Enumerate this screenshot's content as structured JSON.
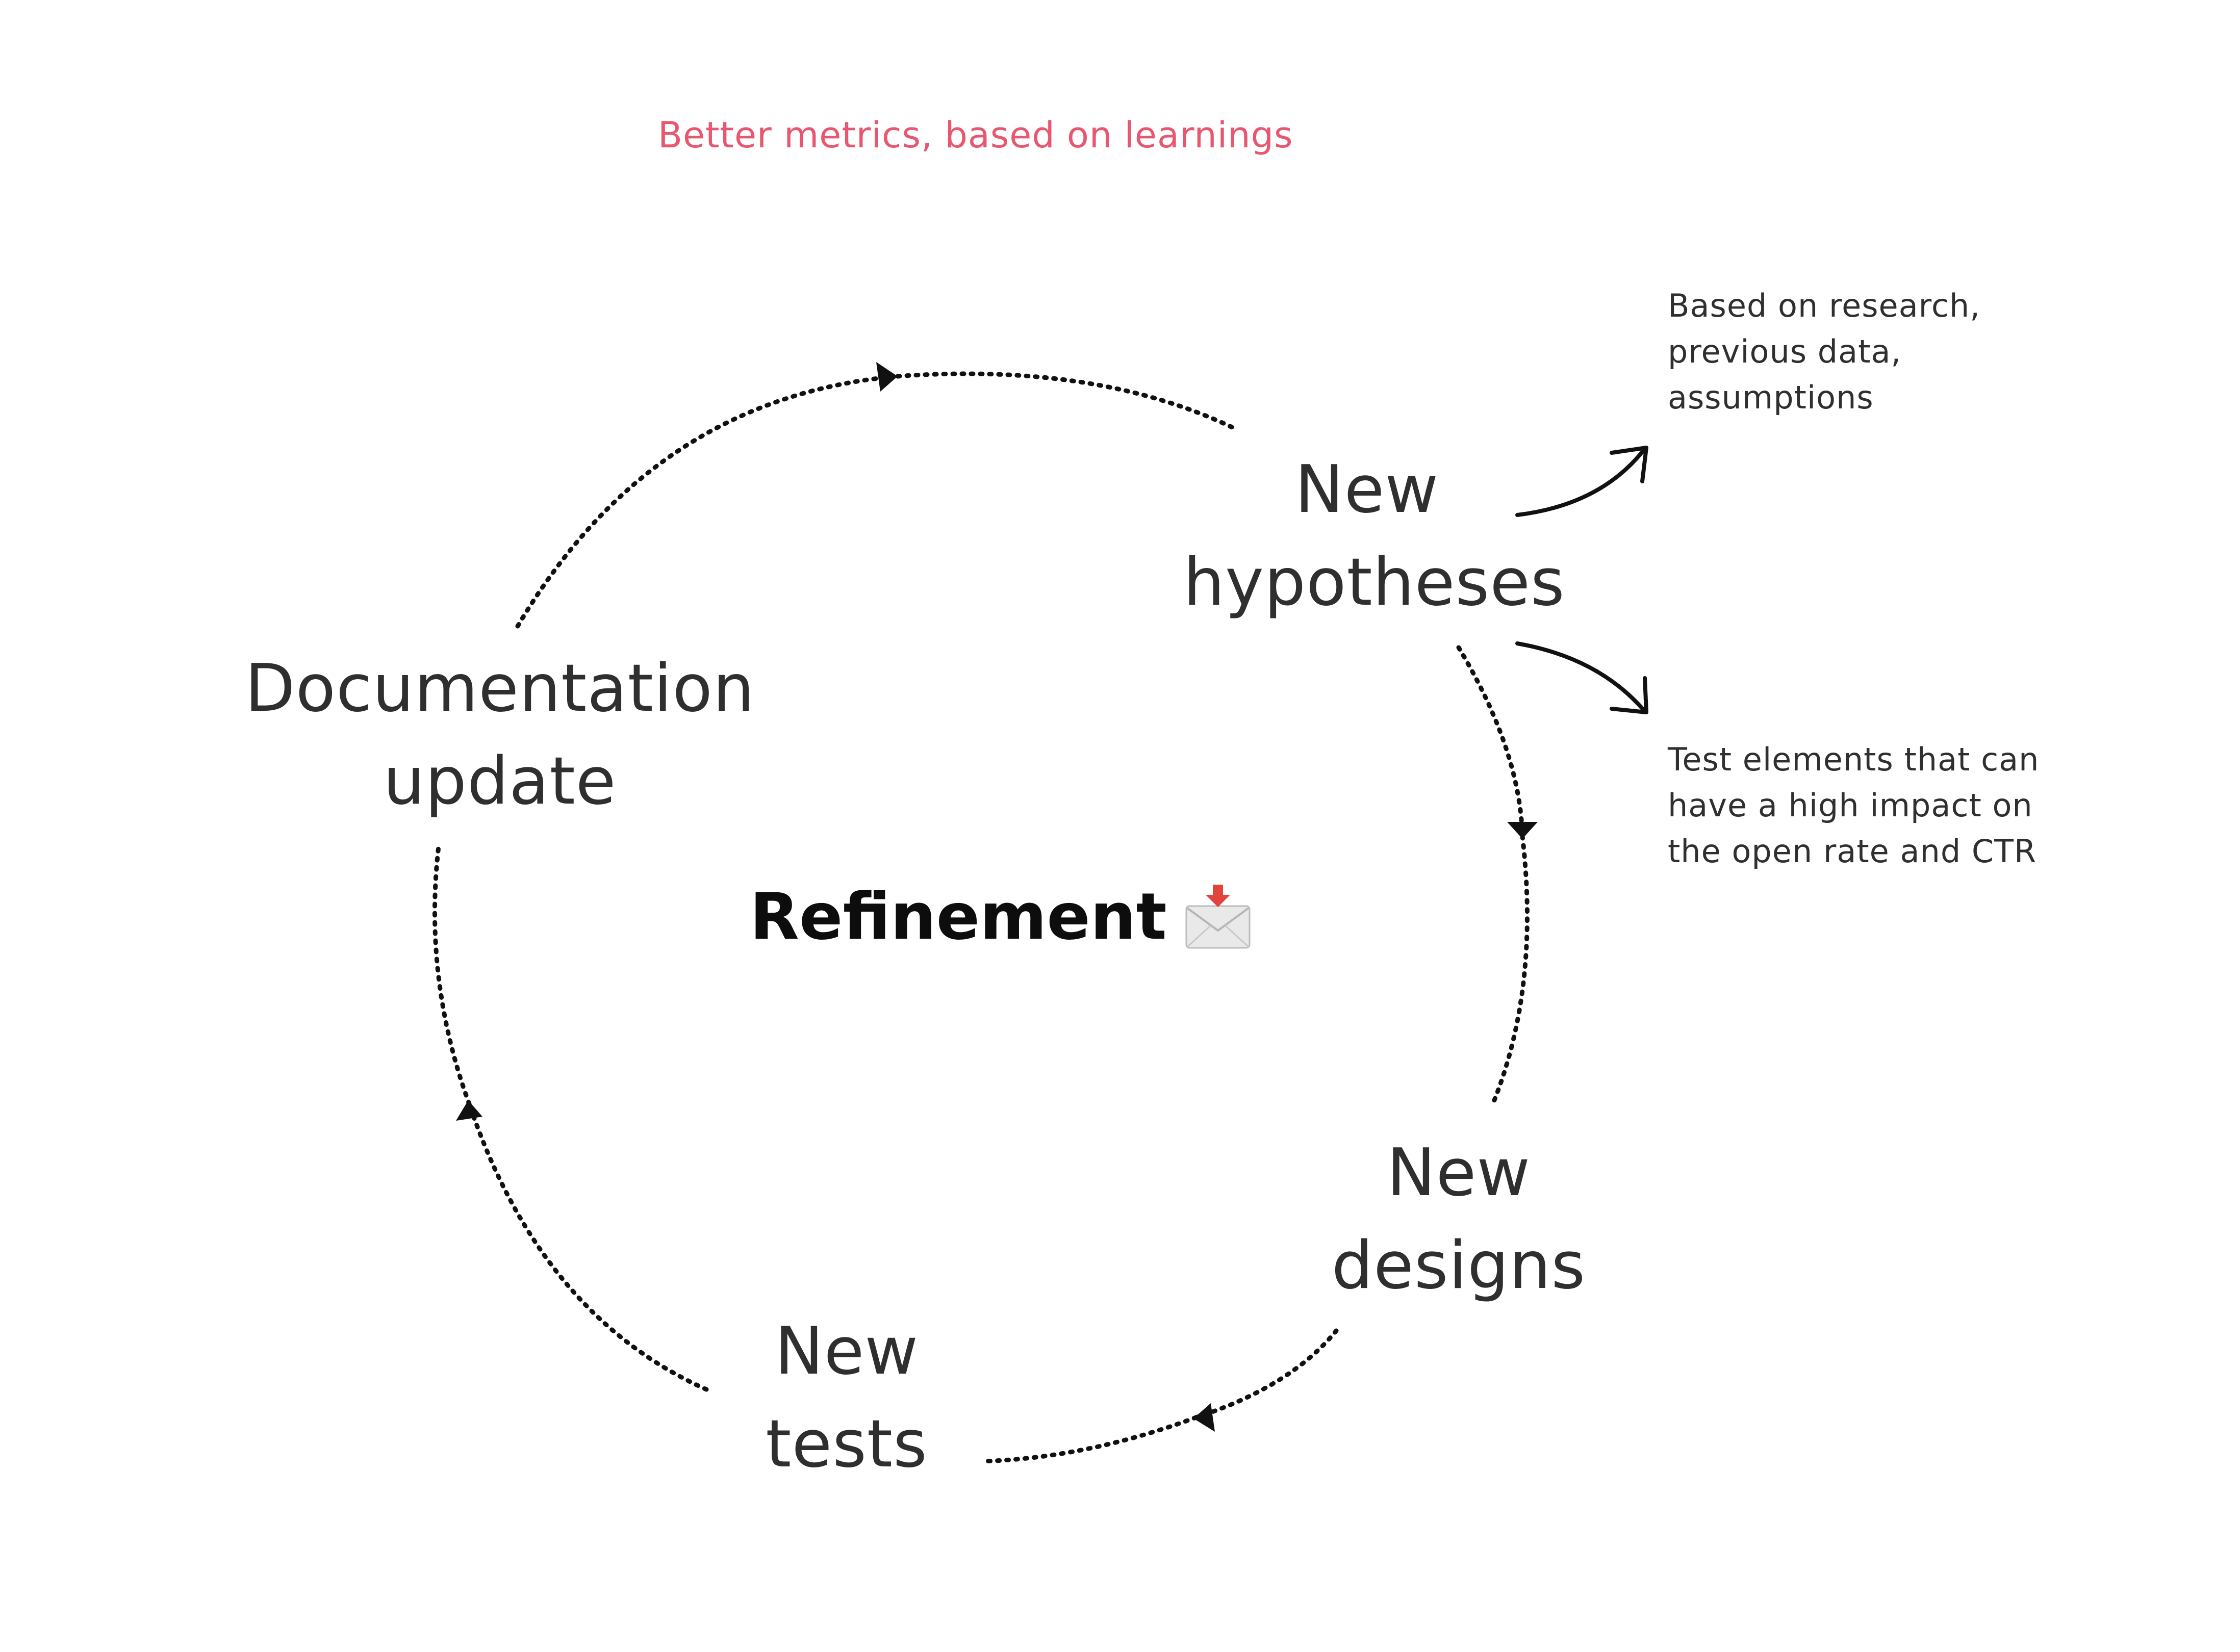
{
  "diagram": {
    "top_note": "Better metrics, based on learnings",
    "center": {
      "title": "Refinement",
      "icon": "incoming-envelope-icon"
    },
    "stages": [
      {
        "id": "new-hypotheses",
        "line1": "New",
        "line2": "hypotheses"
      },
      {
        "id": "new-designs",
        "line1": "New",
        "line2": "designs"
      },
      {
        "id": "new-tests",
        "line1": "New",
        "line2": "tests"
      },
      {
        "id": "documentation-update",
        "line1": "Documentation",
        "line2": "update"
      }
    ],
    "notes": {
      "hypotheses_basis": [
        "Based on research,",
        "previous data,",
        "assumptions"
      ],
      "test_elements": [
        "Test elements that can",
        "have a high impact on",
        "the open rate and CTR"
      ]
    }
  },
  "colors": {
    "text": "#2f2f2f",
    "accent_pink": "#e8566f",
    "arrow": "#111111",
    "center_text": "#0d0d0d"
  }
}
